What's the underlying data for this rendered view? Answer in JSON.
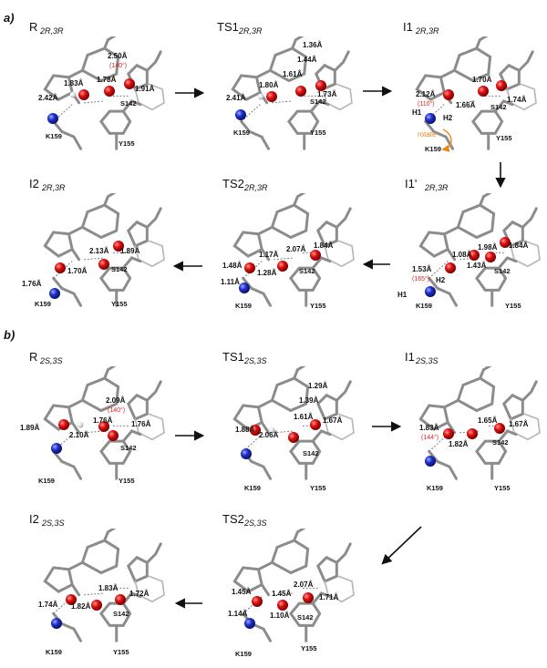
{
  "panels": {
    "a": "a)",
    "b": "b)"
  },
  "structures": [
    {
      "id": "R_2R3R",
      "base": "R",
      "subscript": "2R,3R",
      "distances": [
        "2.50Å",
        "1.83Å",
        "1.78Å",
        "1.91Å",
        "2.42Å"
      ],
      "angles": [
        "(140°)"
      ],
      "residues": [
        "S142",
        "K159",
        "Y155"
      ]
    },
    {
      "id": "TS1_2R3R",
      "base": "TS1",
      "subscript": "2R,3R",
      "distances": [
        "1.36Å",
        "1.44Å",
        "1.61Å",
        "1.80Å",
        "1.73Å",
        "2.41Å"
      ],
      "angles": [],
      "residues": [
        "S142",
        "K159",
        "Y155"
      ]
    },
    {
      "id": "I1_2R3R",
      "base": "I1",
      "subscript": "2R,3R",
      "distances": [
        "2.12Å",
        "1.70Å",
        "1.66Å",
        "1.74Å"
      ],
      "angles": [
        "(110°)"
      ],
      "atoms": [
        "H1",
        "H2"
      ],
      "note": "rotate",
      "residues": [
        "S142",
        "K159",
        "Y155"
      ]
    },
    {
      "id": "I1p_2R3R",
      "base": "I1'",
      "subscript": "2R,3R",
      "distances": [
        "1.08Å",
        "1.98Å",
        "1.84Å",
        "1.43Å",
        "1.53Å"
      ],
      "angles": [
        "(165°)"
      ],
      "atoms": [
        "H1",
        "H2"
      ],
      "residues": [
        "S142",
        "K159",
        "Y155"
      ]
    },
    {
      "id": "TS2_2R3R",
      "base": "TS2",
      "subscript": "2R,3R",
      "distances": [
        "1.17Å",
        "2.07Å",
        "1.84Å",
        "1.48Å",
        "1.28Å",
        "1.11Å"
      ],
      "angles": [],
      "residues": [
        "S142",
        "K159",
        "Y155"
      ]
    },
    {
      "id": "I2_2R3R",
      "base": "I2",
      "subscript": "2R,3R",
      "distances": [
        "2.13Å",
        "1.89Å",
        "1.70Å",
        "1.76Å"
      ],
      "angles": [],
      "residues": [
        "S142",
        "K159",
        "Y155"
      ]
    },
    {
      "id": "R_2S3S",
      "base": "R",
      "subscript": "2S,3S",
      "distances": [
        "2.09Å",
        "1.76Å",
        "1.76Å",
        "1.89Å",
        "2.10Å"
      ],
      "angles": [
        "(140°)"
      ],
      "residues": [
        "S142",
        "K159",
        "Y155"
      ]
    },
    {
      "id": "TS1_2S3S",
      "base": "TS1",
      "subscript": "2S,3S",
      "distances": [
        "1.29Å",
        "1.39Å",
        "1.61Å",
        "1.67Å",
        "1.88Å",
        "2.06Å"
      ],
      "angles": [],
      "residues": [
        "S142",
        "K159",
        "Y155"
      ]
    },
    {
      "id": "I1_2S3S",
      "base": "I1",
      "subscript": "2S,3S",
      "distances": [
        "1.83Å",
        "1.65Å",
        "1.67Å",
        "1.82Å"
      ],
      "angles": [
        "(144°)"
      ],
      "residues": [
        "S142",
        "K159",
        "Y155"
      ]
    },
    {
      "id": "I2_2S3S",
      "base": "I2",
      "subscript": "2S,3S",
      "distances": [
        "1.83Å",
        "1.72Å",
        "1.74Å",
        "1.82Å"
      ],
      "angles": [],
      "residues": [
        "S142",
        "K159",
        "Y155"
      ]
    },
    {
      "id": "TS2_2S3S",
      "base": "TS2",
      "subscript": "2S,3S",
      "distances": [
        "1.45Å",
        "1.45Å",
        "2.07Å",
        "1.71Å",
        "1.14Å",
        "1.10Å"
      ],
      "angles": [],
      "residues": [
        "S142",
        "K159",
        "Y155"
      ]
    }
  ],
  "colors": {
    "oxygen": "#e01010",
    "nitrogen": "#2030d0",
    "carbon": "#8c8c8c",
    "hydrogen": "#e8e8e8",
    "angle_text": "#e0201b",
    "rotate_arrow": "#e8881a"
  }
}
